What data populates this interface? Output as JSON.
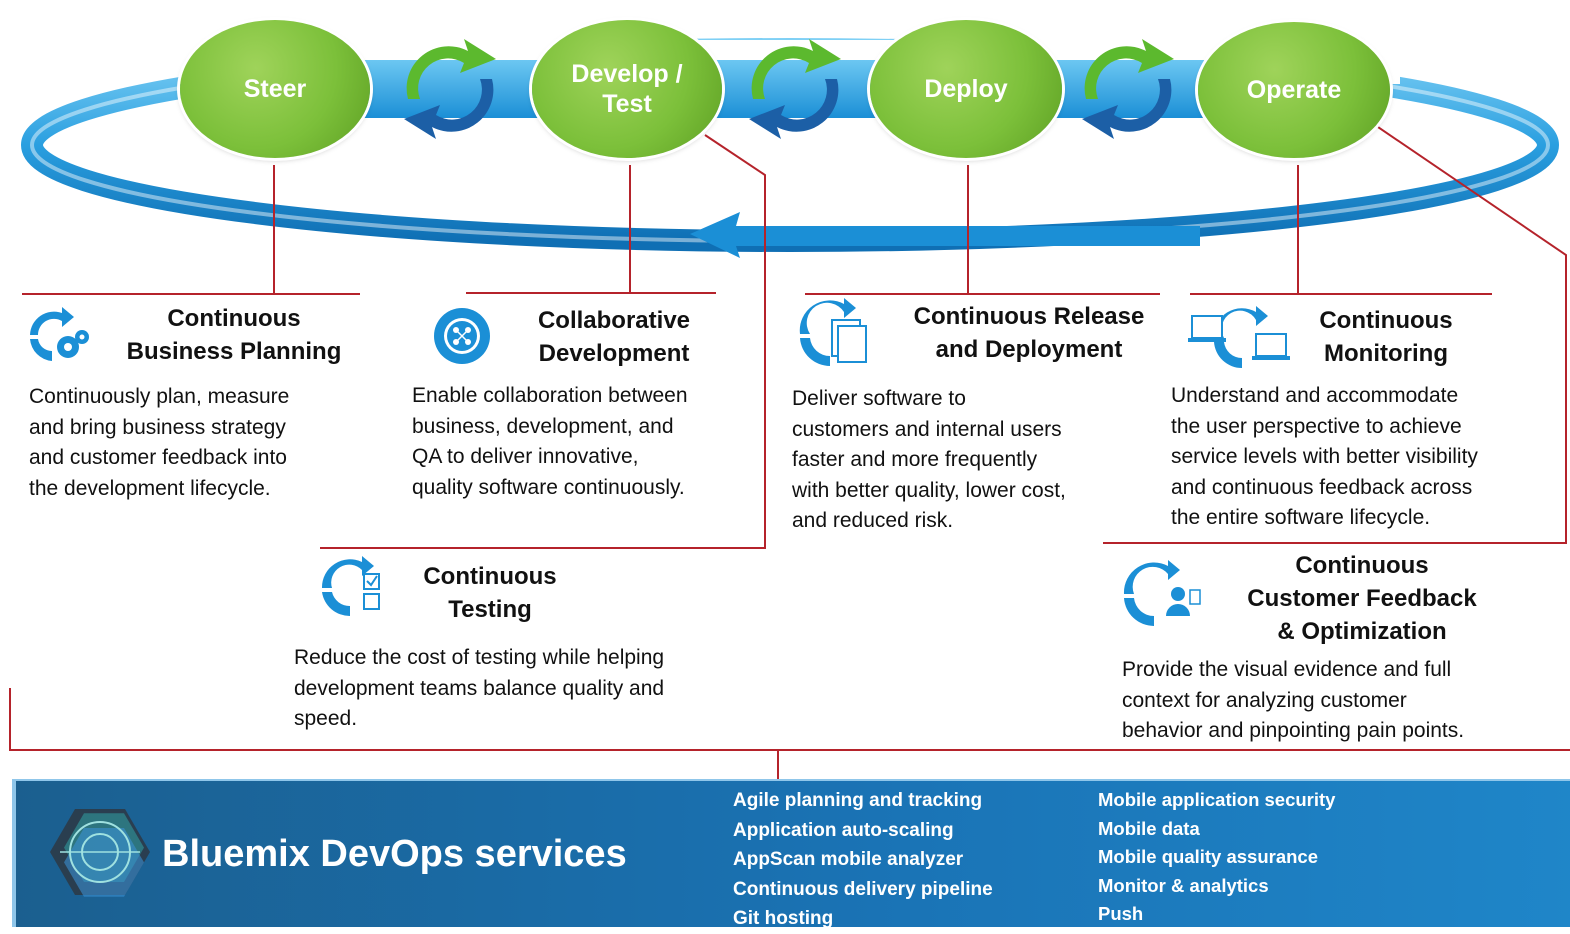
{
  "colors": {
    "phase_green": "#7cc03a",
    "ring_blue": "#1b8fd6",
    "connector_red": "#b5232b",
    "banner_blue": "#1a73b5"
  },
  "phases": [
    {
      "label": "Steer"
    },
    {
      "label": "Develop /\nTest"
    },
    {
      "label": "Deploy"
    },
    {
      "label": "Operate"
    }
  ],
  "practices": {
    "business_planning": {
      "icon": "gears-cycle-icon",
      "title": "Continuous\nBusiness Planning",
      "description": "Continuously plan, measure\nand bring business strategy\nand customer feedback into\nthe development lifecycle."
    },
    "collaborative_development": {
      "icon": "network-cycle-icon",
      "title": "Collaborative\nDevelopment",
      "description": "Enable collaboration between\nbusiness, development, and\nQA to deliver innovative,\nquality software continuously."
    },
    "release_deployment": {
      "icon": "documents-cycle-icon",
      "title": "Continuous Release\nand Deployment",
      "description": "Deliver software to\ncustomers and internal users\nfaster and more frequently\nwith better quality, lower cost,\nand reduced risk."
    },
    "monitoring": {
      "icon": "devices-cycle-icon",
      "title": "Continuous\nMonitoring",
      "description": "Understand and accommodate\nthe user perspective to achieve\nservice levels with better visibility\nand continuous feedback across\nthe entire software lifecycle."
    },
    "testing": {
      "icon": "checklist-cycle-icon",
      "title": "Continuous\nTesting",
      "description": "Reduce the cost of testing while helping\ndevelopment teams balance quality and\nspeed."
    },
    "feedback": {
      "icon": "user-cycle-icon",
      "title": "Continuous\nCustomer Feedback\n& Optimization",
      "description": "Provide the visual evidence and full\ncontext for analyzing customer\nbehavior and pinpointing pain points."
    }
  },
  "bluemix": {
    "logo": "bluemix-hexagon-logo",
    "title": "Bluemix DevOps services",
    "services_col1": [
      "Agile planning and tracking",
      "Application auto-scaling",
      "AppScan mobile analyzer",
      "Continuous delivery pipeline",
      "Git hosting"
    ],
    "services_col2": [
      "Mobile application security",
      "Mobile data",
      "Mobile quality assurance",
      "Monitor & analytics",
      "Push"
    ]
  }
}
